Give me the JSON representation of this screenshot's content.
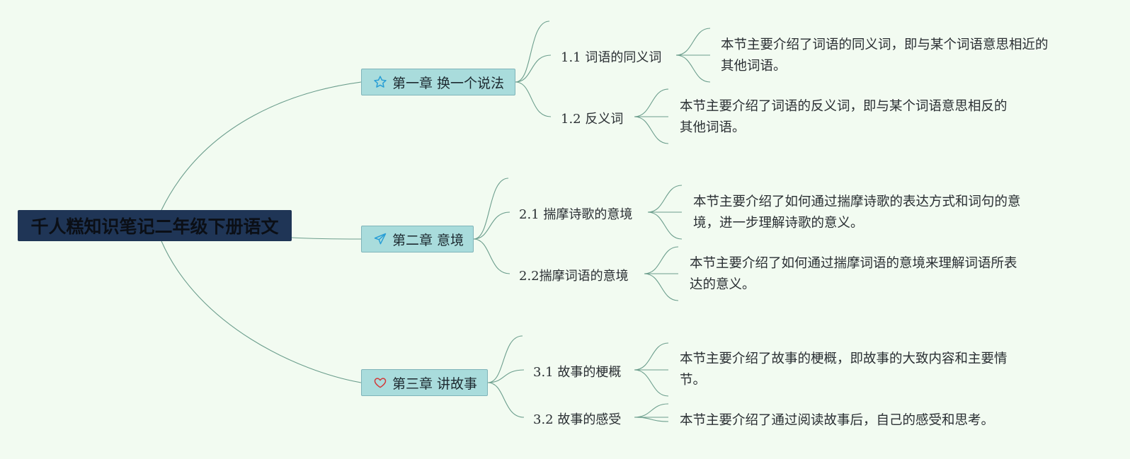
{
  "root": {
    "title": "千人糕知识笔记二年级下册语文"
  },
  "chapters": [
    {
      "label": "第一章 换一个说法",
      "icon": "star-icon",
      "sections": [
        {
          "title": "1.1 词语的同义词",
          "desc": [
            "本节主要介绍了词语的同义词，即与某个词语意思相近的",
            "其他词语。"
          ]
        },
        {
          "title": "1.2 反义词",
          "desc": [
            "本节主要介绍了词语的反义词，即与某个词语意思相反的",
            "其他词语。"
          ]
        }
      ]
    },
    {
      "label": "第二章 意境",
      "icon": "paper-plane-icon",
      "sections": [
        {
          "title": "2.1 揣摩诗歌的意境",
          "desc": [
            "本节主要介绍了如何通过揣摩诗歌的表达方式和词句的意",
            "境，进一步理解诗歌的意义。"
          ]
        },
        {
          "title": "2.2揣摩词语的意境",
          "desc": [
            "本节主要介绍了如何通过揣摩词语的意境来理解词语所表",
            "达的意义。"
          ]
        }
      ]
    },
    {
      "label": "第三章 讲故事",
      "icon": "heart-icon",
      "sections": [
        {
          "title": "3.1 故事的梗概",
          "desc": [
            "本节主要介绍了故事的梗概，即故事的大致内容和主要情",
            "节。"
          ]
        },
        {
          "title": "3.2 故事的感受",
          "desc": [
            "本节主要介绍了通过阅读故事后，自己的感受和思考。"
          ]
        }
      ]
    }
  ],
  "colors": {
    "background": "#f2fbf1",
    "root_fill": "#1f3556",
    "chapter_fill": "#a9dcdc",
    "link": "#6c9e8d",
    "star": "#2a9fd6",
    "plane": "#2a9fd6",
    "heart": "#d23a3a"
  }
}
